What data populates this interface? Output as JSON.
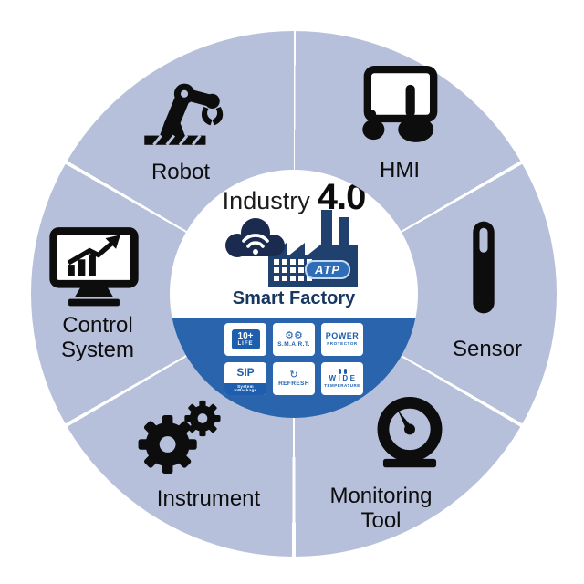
{
  "title": {
    "word": "Industry",
    "version": "4.0"
  },
  "center": {
    "smart_factory_label": "Smart Factory",
    "atp_label": "ATP",
    "badges": {
      "life": {
        "l1": "10+",
        "l2": "LIFE"
      },
      "smart": {
        "label": "S.M.A.R.T."
      },
      "power": {
        "l1": "POWER",
        "l2": "PROTECTOR"
      },
      "sip": {
        "l1": "SIP",
        "l2": "System",
        "l3": "InPackage"
      },
      "refresh": {
        "label": "REFRESH"
      },
      "wide": {
        "l1": "WIDE",
        "l2": "TEMPERATURE"
      }
    }
  },
  "segments": {
    "robot": "Robot",
    "hmi": "HMI",
    "sensor": "Sensor",
    "monitoring_tool": "Monitoring Tool",
    "instrument": "Instrument",
    "control_system": "Control System"
  },
  "icons": {
    "gear_pair": "⚙⚙",
    "refresh": "↻"
  },
  "colors": {
    "ring": "#b6c0da",
    "band_blue": "#2a64ad",
    "badge_blue": "#1d5fae",
    "factory_navy": "#20406e",
    "cloud_navy": "#1b2a4f",
    "atp_badge_bg": "#2f6db8",
    "icon_black": "#0d0d0d"
  }
}
